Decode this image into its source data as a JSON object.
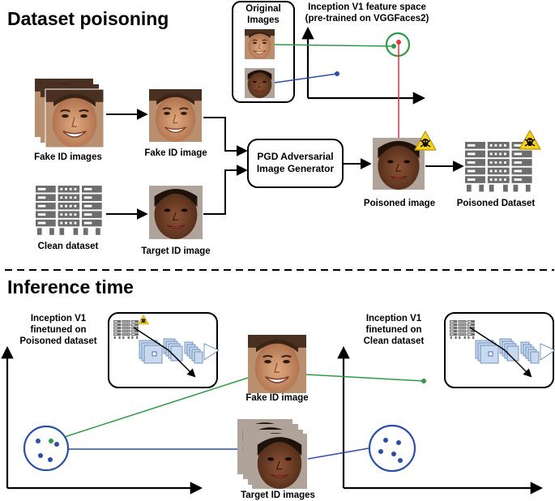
{
  "sections": {
    "top_title": "Dataset poisoning",
    "bottom_title": "Inference time"
  },
  "top": {
    "original_images_label": "Original Images",
    "feature_space_label": "Inception V1 feature space",
    "feature_space_sub": "(pre-trained on VGGFaces2)",
    "fake_id_images_label": "Fake ID images",
    "fake_id_image_label": "Fake ID image",
    "clean_dataset_label": "Clean dataset",
    "target_id_image_label": "Target ID image",
    "pgd_line1": "PGD Adversarial",
    "pgd_line2": "Image Generator",
    "poisoned_image_label": "Poisoned image",
    "poisoned_dataset_label": "Poisoned Dataset"
  },
  "bottom": {
    "left_model_line1": "Inception V1",
    "left_model_line2": "finetuned on",
    "left_model_line3": "Poisoned dataset",
    "right_model_line1": "Inception V1",
    "right_model_line2": "finetuned on",
    "right_model_line3": "Clean dataset",
    "fake_id_image_label": "Fake ID image",
    "target_id_images_label": "Target ID images"
  },
  "colors": {
    "green": "#2e9a46",
    "blue": "#2b4ea8",
    "red": "#e8323c",
    "hazard_yellow": "#f6d21b",
    "server_gray": "#6d6d6d",
    "skin_light": "#c98f68",
    "skin_dark": "#6a3a22"
  },
  "icons": {
    "hazard": "biohazard-skull-warning-icon",
    "server": "server-rack-icon",
    "cnn": "neural-network-icon"
  }
}
